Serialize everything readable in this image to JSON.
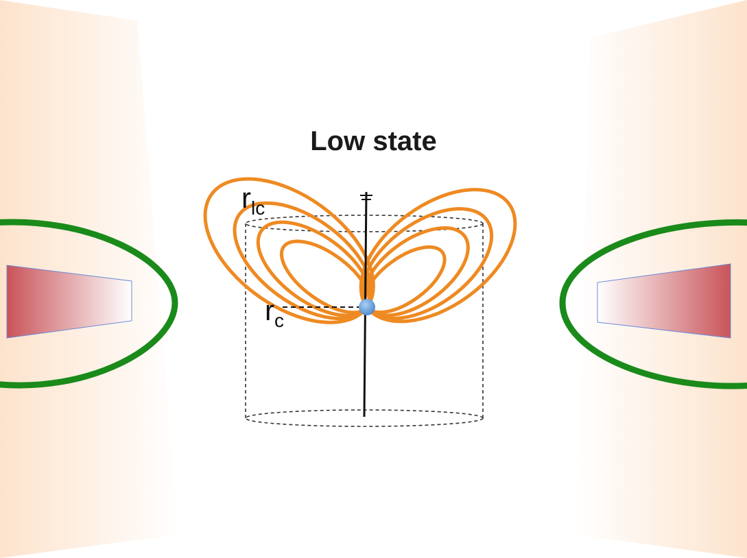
{
  "title": "Low state",
  "labels": {
    "light_cylinder": {
      "main": "r",
      "sub": "lc"
    },
    "corotation": {
      "main": "r",
      "sub": "c"
    }
  },
  "colors": {
    "background_glow": "#fde3cc",
    "disk_ring": "#1a8a1a",
    "disk_wedge_hot": "#c9545a",
    "disk_wedge_cool": "#ffffff",
    "wedge_outline": "#6a8ad6",
    "field_lines": "#ee8a22",
    "neutron_star": "#6ea6e6",
    "axis": "#111111",
    "cylinder": "#333333"
  },
  "icons": {
    "star": "neutron-star-dot",
    "rotation_axis": "spin-axis-arrow"
  }
}
